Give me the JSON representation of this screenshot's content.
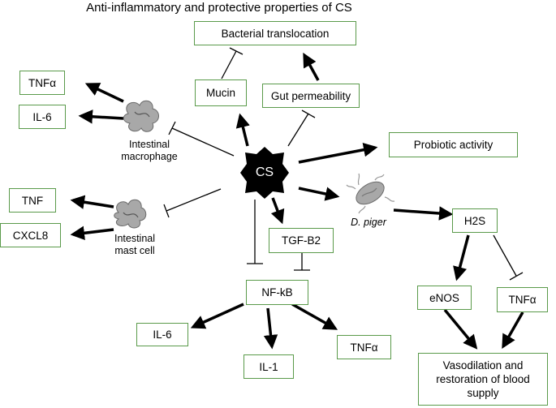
{
  "title": "Anti-inflammatory and protective properties of CS",
  "center": "CS",
  "boxes": {
    "bacterial_translocation": "Bacterial translocation",
    "mucin": "Mucin",
    "gut_permeability": "Gut permeability",
    "probiotic_activity": "Probiotic activity",
    "tnfa_top": "TNFα",
    "il6_top": "IL-6",
    "tnf_left": "TNF",
    "cxcl8": "CXCL8",
    "tgf_b2": "TGF-B2",
    "nfkb": "NF-kB",
    "il6_bottom": "IL-6",
    "il1": "IL-1",
    "tnfa_bottom": "TNFα",
    "h2s": "H2S",
    "enos": "eNOS",
    "tnfa_right": "TNFα",
    "vasodilation": "Vasodilation and restoration of blood supply"
  },
  "labels": {
    "macrophage": "Intestinal macrophage",
    "mast_cell": "Intestinal mast cell",
    "d_piger": "D. piger"
  },
  "colors": {
    "box_border": "#5a9a4a",
    "arrow": "#000000",
    "cell_fill": "#a8a8a8"
  }
}
